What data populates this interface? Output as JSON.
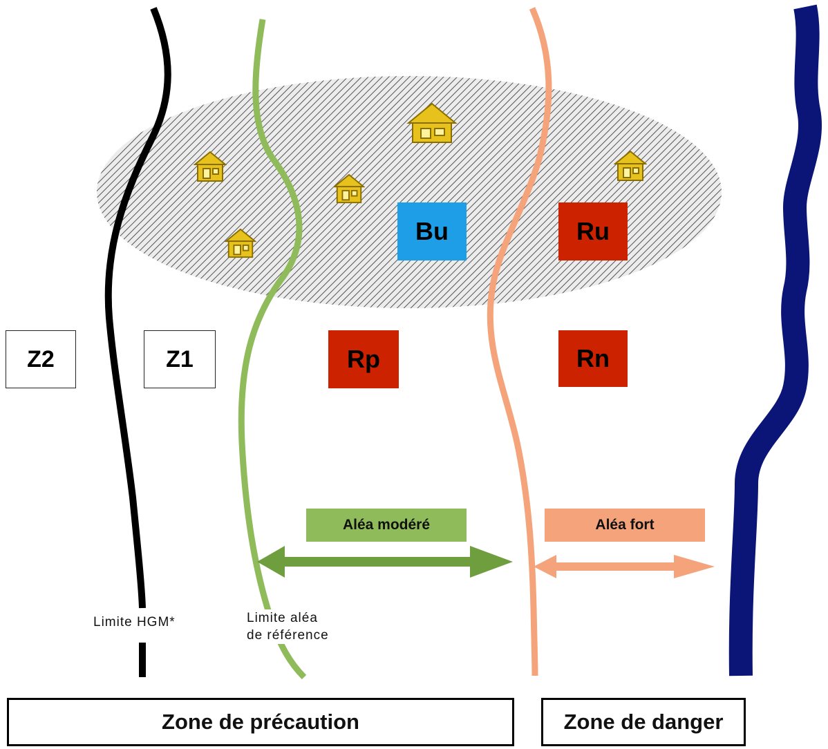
{
  "colors": {
    "hgm_line": "#000000",
    "reference_line": "#8fbb5a",
    "strong_line": "#f4a37a",
    "river": "#0a1577",
    "moderate_bar": "#8fbb5a",
    "strong_bar": "#f4a37a",
    "moderate_arrow": "#6f9e3e",
    "strong_arrow": "#f4a37a",
    "blue_zone": "#1e9ee6",
    "red_zone": "#cc2200",
    "house": "#e7c21d",
    "hatch": "#555555"
  },
  "zones": {
    "z2": "Z2",
    "z1": "Z1",
    "bu": "Bu",
    "ru": "Ru",
    "rp": "Rp",
    "rn": "Rn"
  },
  "legend": {
    "moderate": "Aléa modéré",
    "strong": "Aléa fort"
  },
  "labels": {
    "hgm_limit": "Limite HGM*",
    "ref_limit_line1": "Limite aléa",
    "ref_limit_line2": "de référence"
  },
  "bottom": {
    "precaution": "Zone de précaution",
    "danger": "Zone de danger"
  },
  "icons": [
    "house-icon"
  ]
}
